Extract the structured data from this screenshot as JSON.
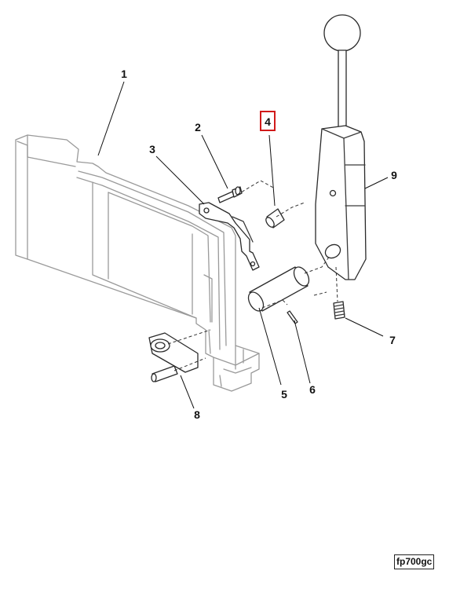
{
  "callouts": {
    "c1": "1",
    "c2": "2",
    "c3": "3",
    "c4": "4",
    "c5": "5",
    "c6": "6",
    "c7": "7",
    "c8": "8",
    "c9": "9"
  },
  "highlighted_callout": "4",
  "highlight_color": "#d11a1a",
  "drawing_ref": "fp700gc"
}
